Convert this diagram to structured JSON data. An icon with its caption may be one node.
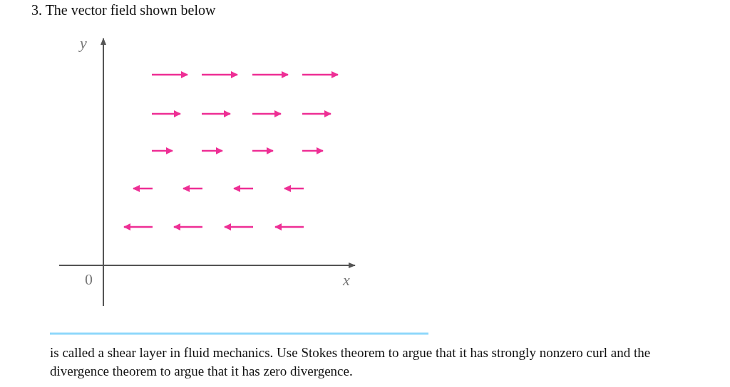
{
  "diagram": {
    "title": "3. The vector field shown below",
    "caption": "is called a shear layer in fluid mechanics. Use Stokes theorem to argue that it has strongly nonzero curl and the divergence theorem to argue that it has zero divergence.",
    "labels": [
      "y",
      "0",
      "x"
    ]
  }
}
